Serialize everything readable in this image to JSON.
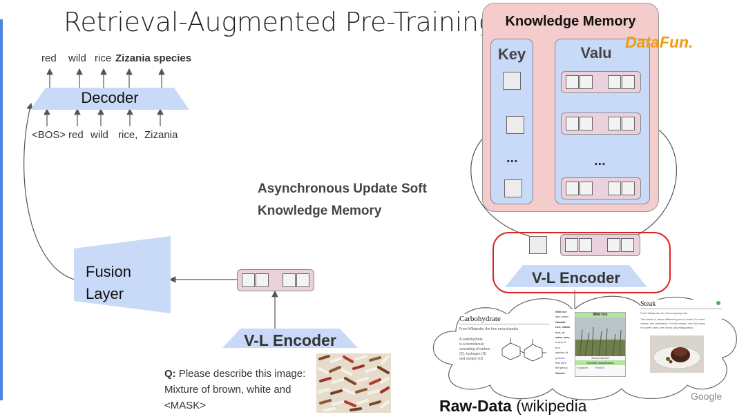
{
  "title": "Retrieval-Augmented Pre-Training",
  "logo": {
    "text": "DataFun."
  },
  "decoder": {
    "label": "Decoder",
    "outputs": [
      "red",
      "wild",
      "rice",
      "Zizania species"
    ],
    "inputs": [
      "<BOS>",
      "red",
      "wild",
      "rice,",
      "Zizania"
    ]
  },
  "async_note": {
    "line1": "Asynchronous Update Soft",
    "line2": "Knowledge Memory"
  },
  "fusion": {
    "line1": "Fusion",
    "line2": "Layer"
  },
  "encoder_left": {
    "label": "V-L Encoder"
  },
  "encoder_right": {
    "label": "V-L Encoder"
  },
  "knowledge_memory": {
    "title": "Knowledge Memory",
    "key_label": "Key",
    "value_label": "Valu",
    "ellipsis": "..."
  },
  "question": {
    "prefix": "Q:",
    "line1": " Please describe this image:",
    "line2": "Mixture of brown, white and",
    "line3": "<MASK>"
  },
  "raw_data": {
    "bold": "Raw-Data",
    "rest": " (wikipedia"
  },
  "wiki_pages": {
    "carbohydrate_title": "Carbohydrate",
    "carbohydrate_sub": "From Wikipedia, the free encyclopedia",
    "carbohydrate_body": [
      "A carbohydrate",
      "is a biomolecule",
      "consisting of carbon",
      "(C), hydrogen (H)",
      "and oxygen (O)"
    ],
    "wild_rice_body": [
      "Wild rice",
      "also called",
      "Canada",
      "rice, Indian",
      "rice, or",
      "water oats,",
      "is any of",
      "four",
      "species of",
      "grasses",
      "that form",
      "the genus",
      "Zizania."
    ],
    "wild_rice_box_title": "Wild rice",
    "wild_rice_caption": "Zizania palustris",
    "wild_rice_class": "Scientific classification",
    "wild_rice_kingdom": "Kingdom:",
    "wild_rice_kingdom_val": "Plantae",
    "steak_title": "Steak",
    "steak_sub": "From Wikipedia, the free encyclopedia",
    "steak_body": [
      "This article is about different types of steak. For beef",
      "steaks, see beefsteak. For fish steaks, see fish steak.",
      "For other uses, see Steak (disambiguation)."
    ]
  },
  "google": "Google",
  "colors": {
    "accent_blue": "#c9daf8",
    "memory_pink": "#f4cccc",
    "vector_pink": "#ead1dc",
    "highlight_red": "#e02020",
    "text_gray": "#444444",
    "logo_orange": "#f39c12",
    "logo_red": "#e74c3c"
  }
}
